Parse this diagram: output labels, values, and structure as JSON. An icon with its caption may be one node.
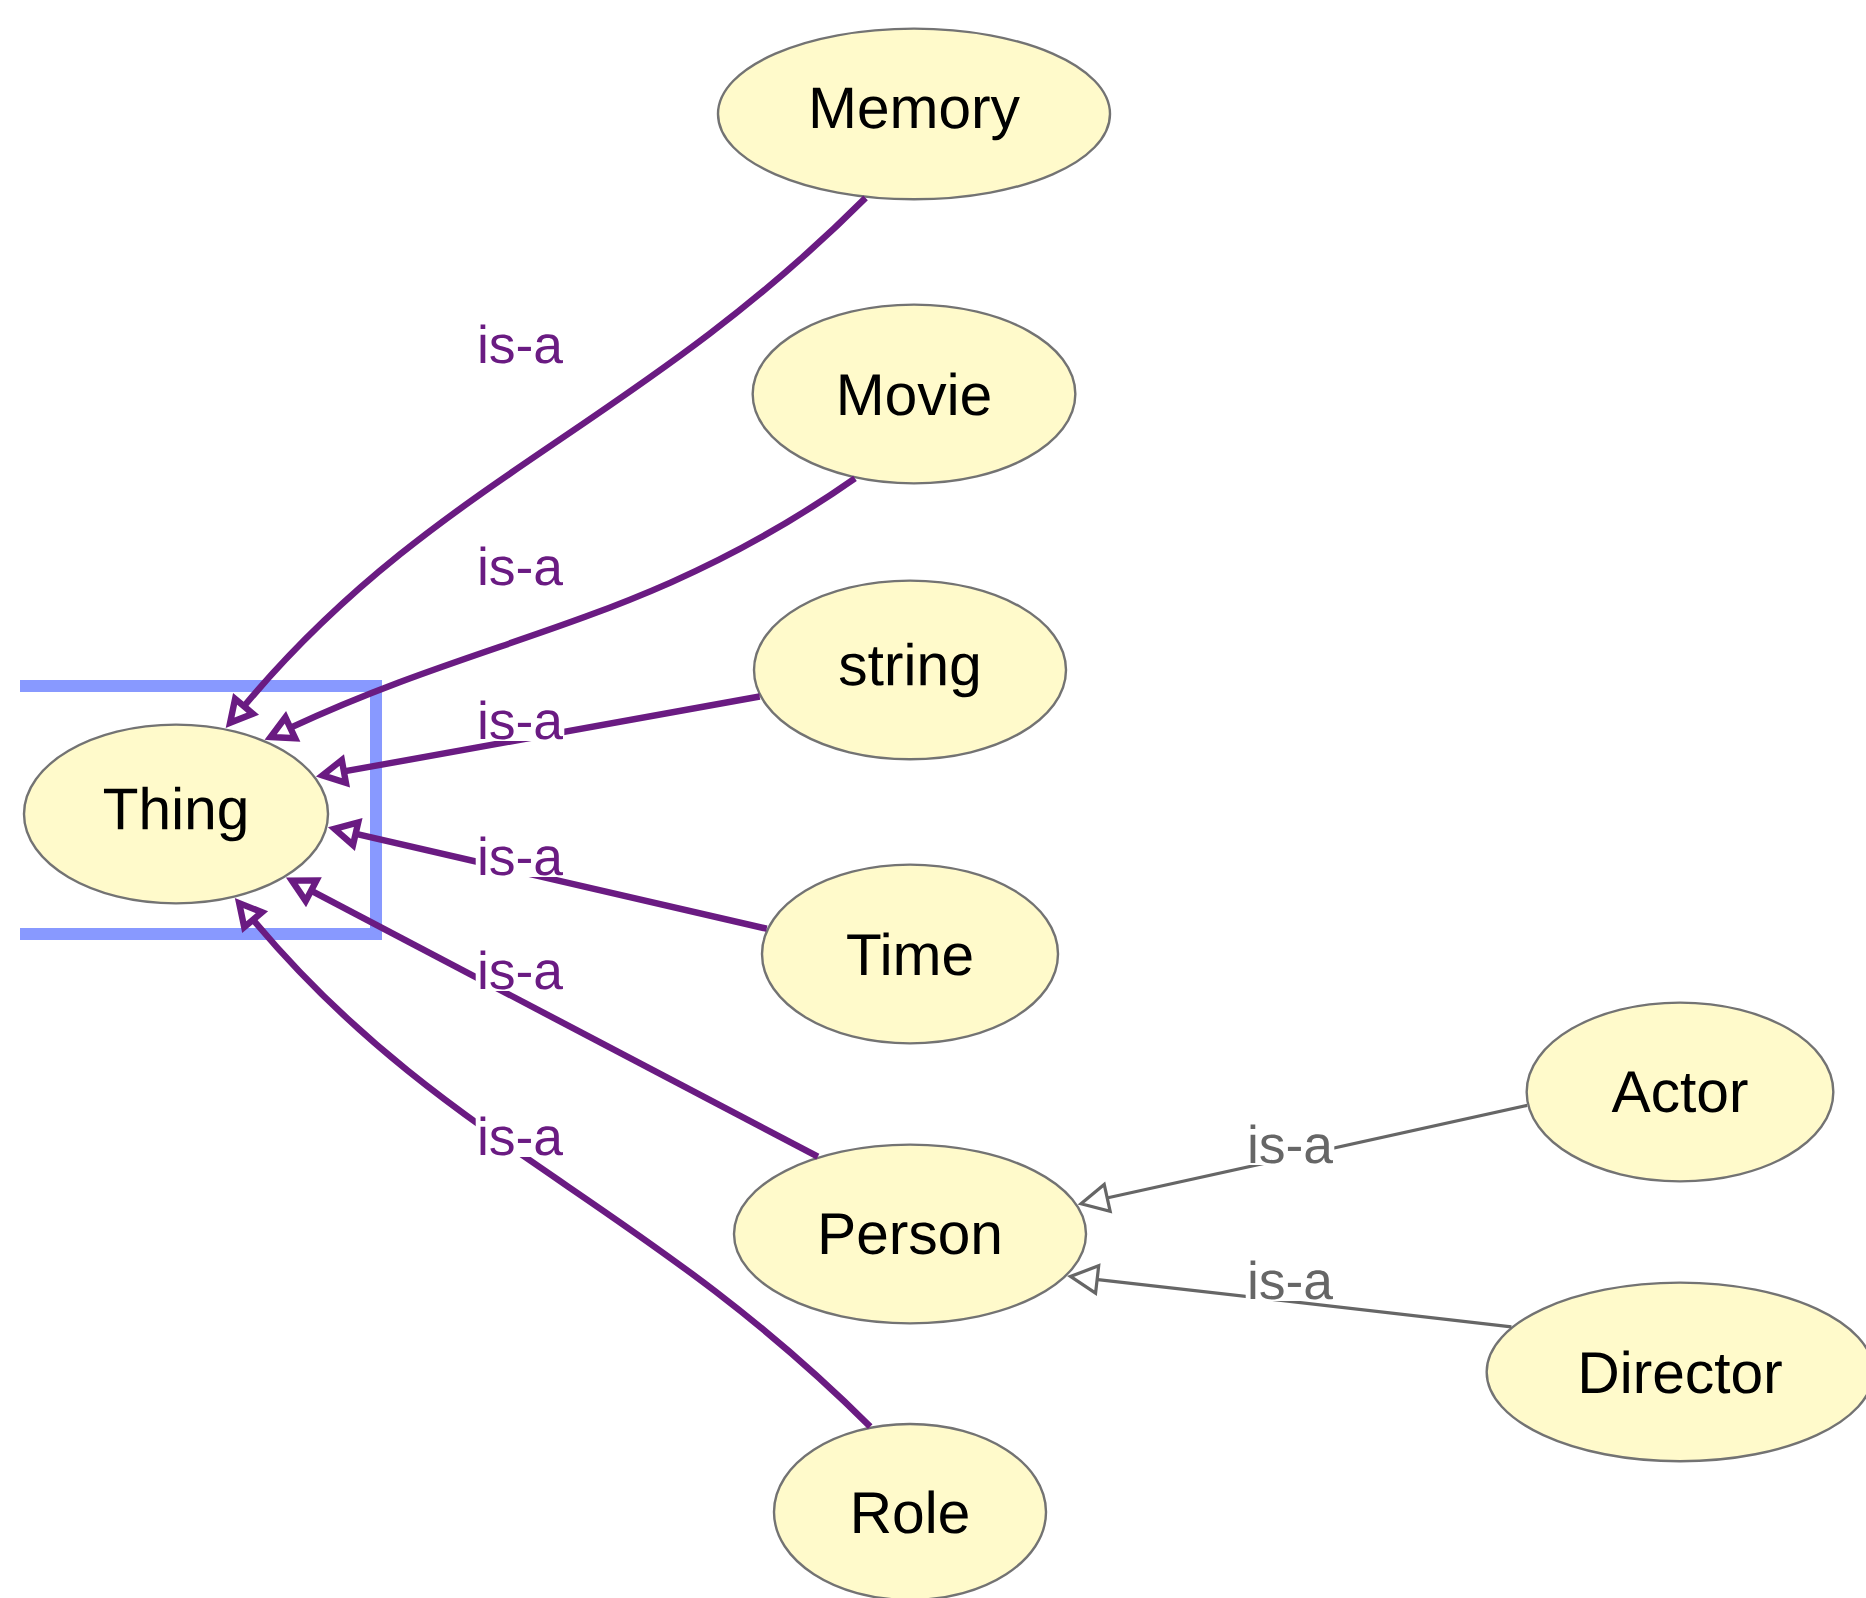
{
  "diagram": {
    "nodes": [
      {
        "text": [
          "Thing"
        ]
      },
      {
        "text": [
          "Memory"
        ]
      },
      {
        "text": [
          "Movie"
        ]
      },
      {
        "text": [
          "string"
        ]
      },
      {
        "text": [
          "Time"
        ]
      },
      {
        "text": [
          "Person"
        ]
      },
      {
        "text": [
          "Role"
        ]
      },
      {
        "text": [
          "Actor"
        ]
      },
      {
        "text": [
          "Director"
        ]
      }
    ],
    "edges": [
      {
        "from": 1,
        "to": 0,
        "arrow": "to",
        "label": "is-a"
      },
      {
        "from": 2,
        "to": 0,
        "arrow": "to",
        "label": "is-a"
      },
      {
        "from": 3,
        "to": 0,
        "arrow": "to",
        "label": "is-a"
      },
      {
        "from": 4,
        "to": 0,
        "arrow": "to",
        "label": "is-a"
      },
      {
        "from": 5,
        "to": 0,
        "arrow": "to",
        "label": "is-a"
      },
      {
        "from": 6,
        "to": 0,
        "arrow": "to",
        "label": "is-a"
      },
      {
        "from": 7,
        "to": 5,
        "arrow": "to",
        "label": "is-a",
        "color": "#666666"
      },
      {
        "from": 8,
        "to": 5,
        "arrow": "to",
        "label": "is-a",
        "color": "#666666"
      }
    ]
  }
}
